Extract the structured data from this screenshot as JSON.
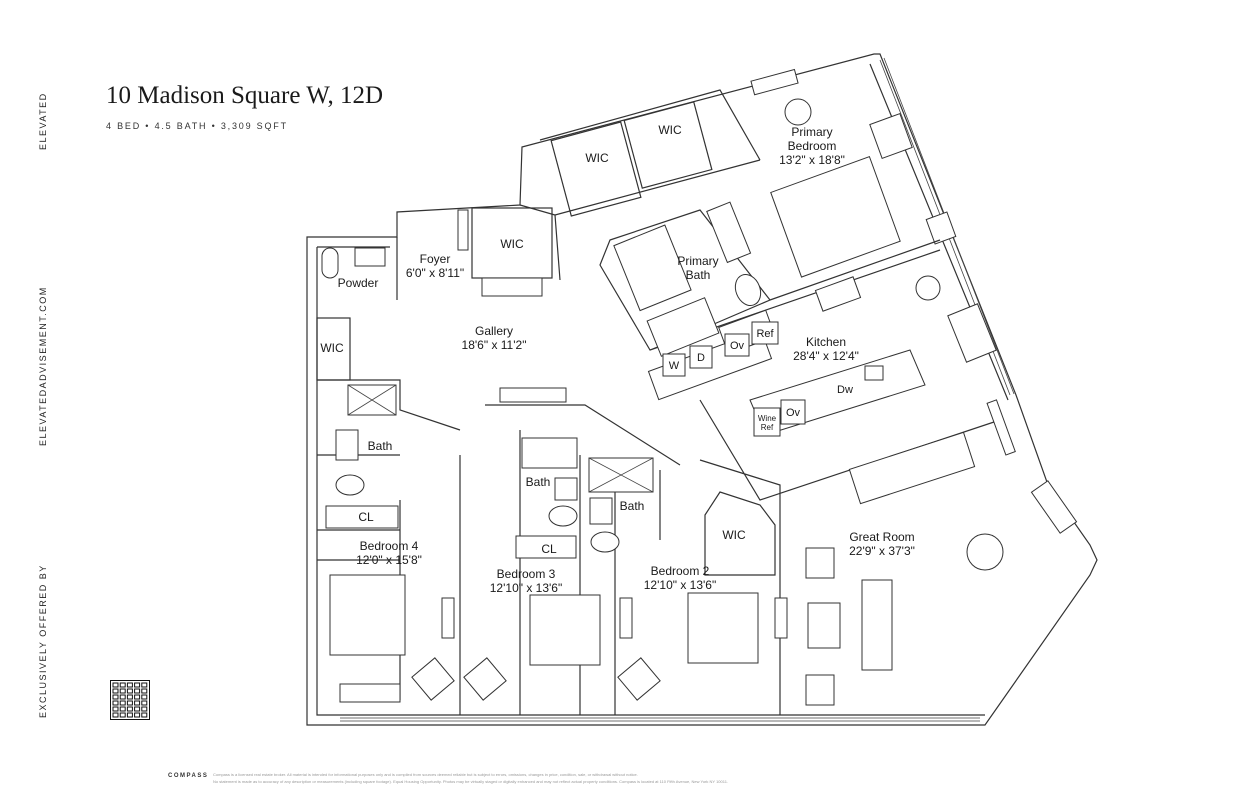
{
  "brand_side": "ELEVATED",
  "website": "ELEVATEDADVISEMENT.COM",
  "offered_by": "EXCLUSIVELY OFFERED BY",
  "title": "10 Madison Square W, 12D",
  "subtitle": "4 BED • 4.5 BATH • 3,309 SQFT",
  "footer": {
    "brand": "COMPASS",
    "note_line1": "Compass is a licensed real estate broker. All material is intended for informational purposes only and is compiled from sources deemed reliable but is subject to errors, omissions, changes in price, condition, sale, or withdrawal without notice.",
    "note_line2": "No statement is made as to accuracy of any description or measurements (including square footage). Equal Housing Opportunity. Photos may be virtually staged or digitally enhanced and may not reflect actual property conditions. Compass is located at 110 Fifth Avenue, New York NY 10011."
  },
  "rooms": {
    "primary_bedroom": {
      "name1": "Primary",
      "name2": "Bedroom",
      "dims": "13'2\" x 18'8\""
    },
    "wic_a": "WIC",
    "wic_b": "WIC",
    "wic_c": "WIC",
    "wic_d": "WIC",
    "wic_e": "WIC",
    "foyer": {
      "name": "Foyer",
      "dims": "6'0\" x 8'11\""
    },
    "powder": "Powder",
    "primary_bath": {
      "name1": "Primary",
      "name2": "Bath"
    },
    "gallery": {
      "name": "Gallery",
      "dims": "18'6\" x 11'2\""
    },
    "kitchen": {
      "name": "Kitchen",
      "dims": "28'4\" x 12'4\""
    },
    "bath_4": "Bath",
    "bath_3": "Bath",
    "bath_2": "Bath",
    "cl_4": "CL",
    "cl_3": "CL",
    "bedroom_4": {
      "name": "Bedroom 4",
      "dims": "12'0\" x 15'8\""
    },
    "bedroom_3": {
      "name": "Bedroom 3",
      "dims": "12'10\" x 13'6\""
    },
    "bedroom_2": {
      "name": "Bedroom 2",
      "dims": "12'10\" x 13'6\""
    },
    "great_room": {
      "name": "Great Room",
      "dims": "22'9\" x 37'3\""
    }
  },
  "appliances": {
    "washer": "W",
    "dryer": "D",
    "oven_a": "Ov",
    "ref": "Ref",
    "dishwasher": "Dw",
    "wine1": "Wine",
    "wine2": "Ref",
    "oven_b": "Ov"
  }
}
